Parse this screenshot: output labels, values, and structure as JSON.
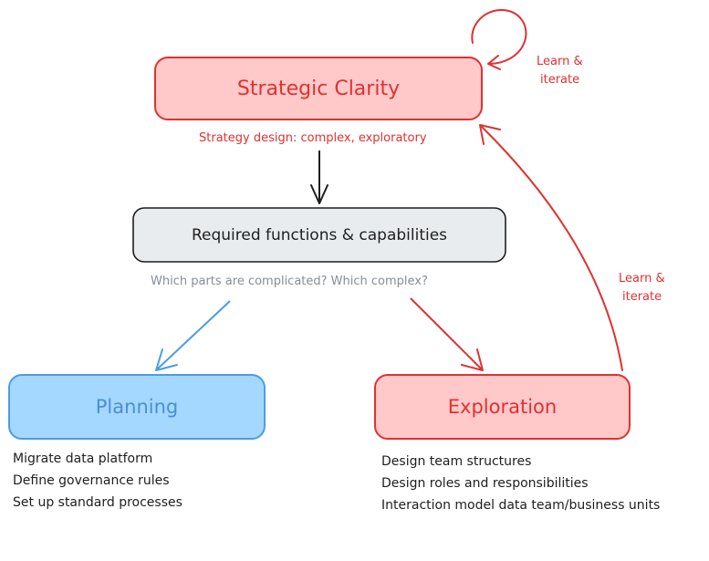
{
  "nodes": {
    "strategic_clarity": "Strategic Clarity",
    "required_functions": "Required functions & capabilities",
    "planning": "Planning",
    "exploration": "Exploration"
  },
  "annotations": {
    "strategy_design": "Strategy design: complex, exploratory",
    "question": "Which parts are complicated? Which complex?",
    "learn_iterate_top": [
      "Learn &",
      "iterate"
    ],
    "learn_iterate_right": [
      "Learn &",
      "iterate"
    ]
  },
  "planning_items": [
    "Migrate data platform",
    "Define governance rules",
    "Set up standard processes"
  ],
  "exploration_items": [
    "Design team structures",
    "Design roles and responsibilities",
    "Interaction model data team/business units"
  ],
  "colors": {
    "red_stroke": "#e03131",
    "red_fill": "#ffc9c9",
    "red_text": "#e03131",
    "gray_fill": "#e9ecef",
    "blue_stroke": "#4a9de3",
    "blue_fill": "#a5d8ff",
    "blue_text": "#4a8fd4",
    "question_text": "#868e96",
    "ink": "#1e1e1e"
  }
}
